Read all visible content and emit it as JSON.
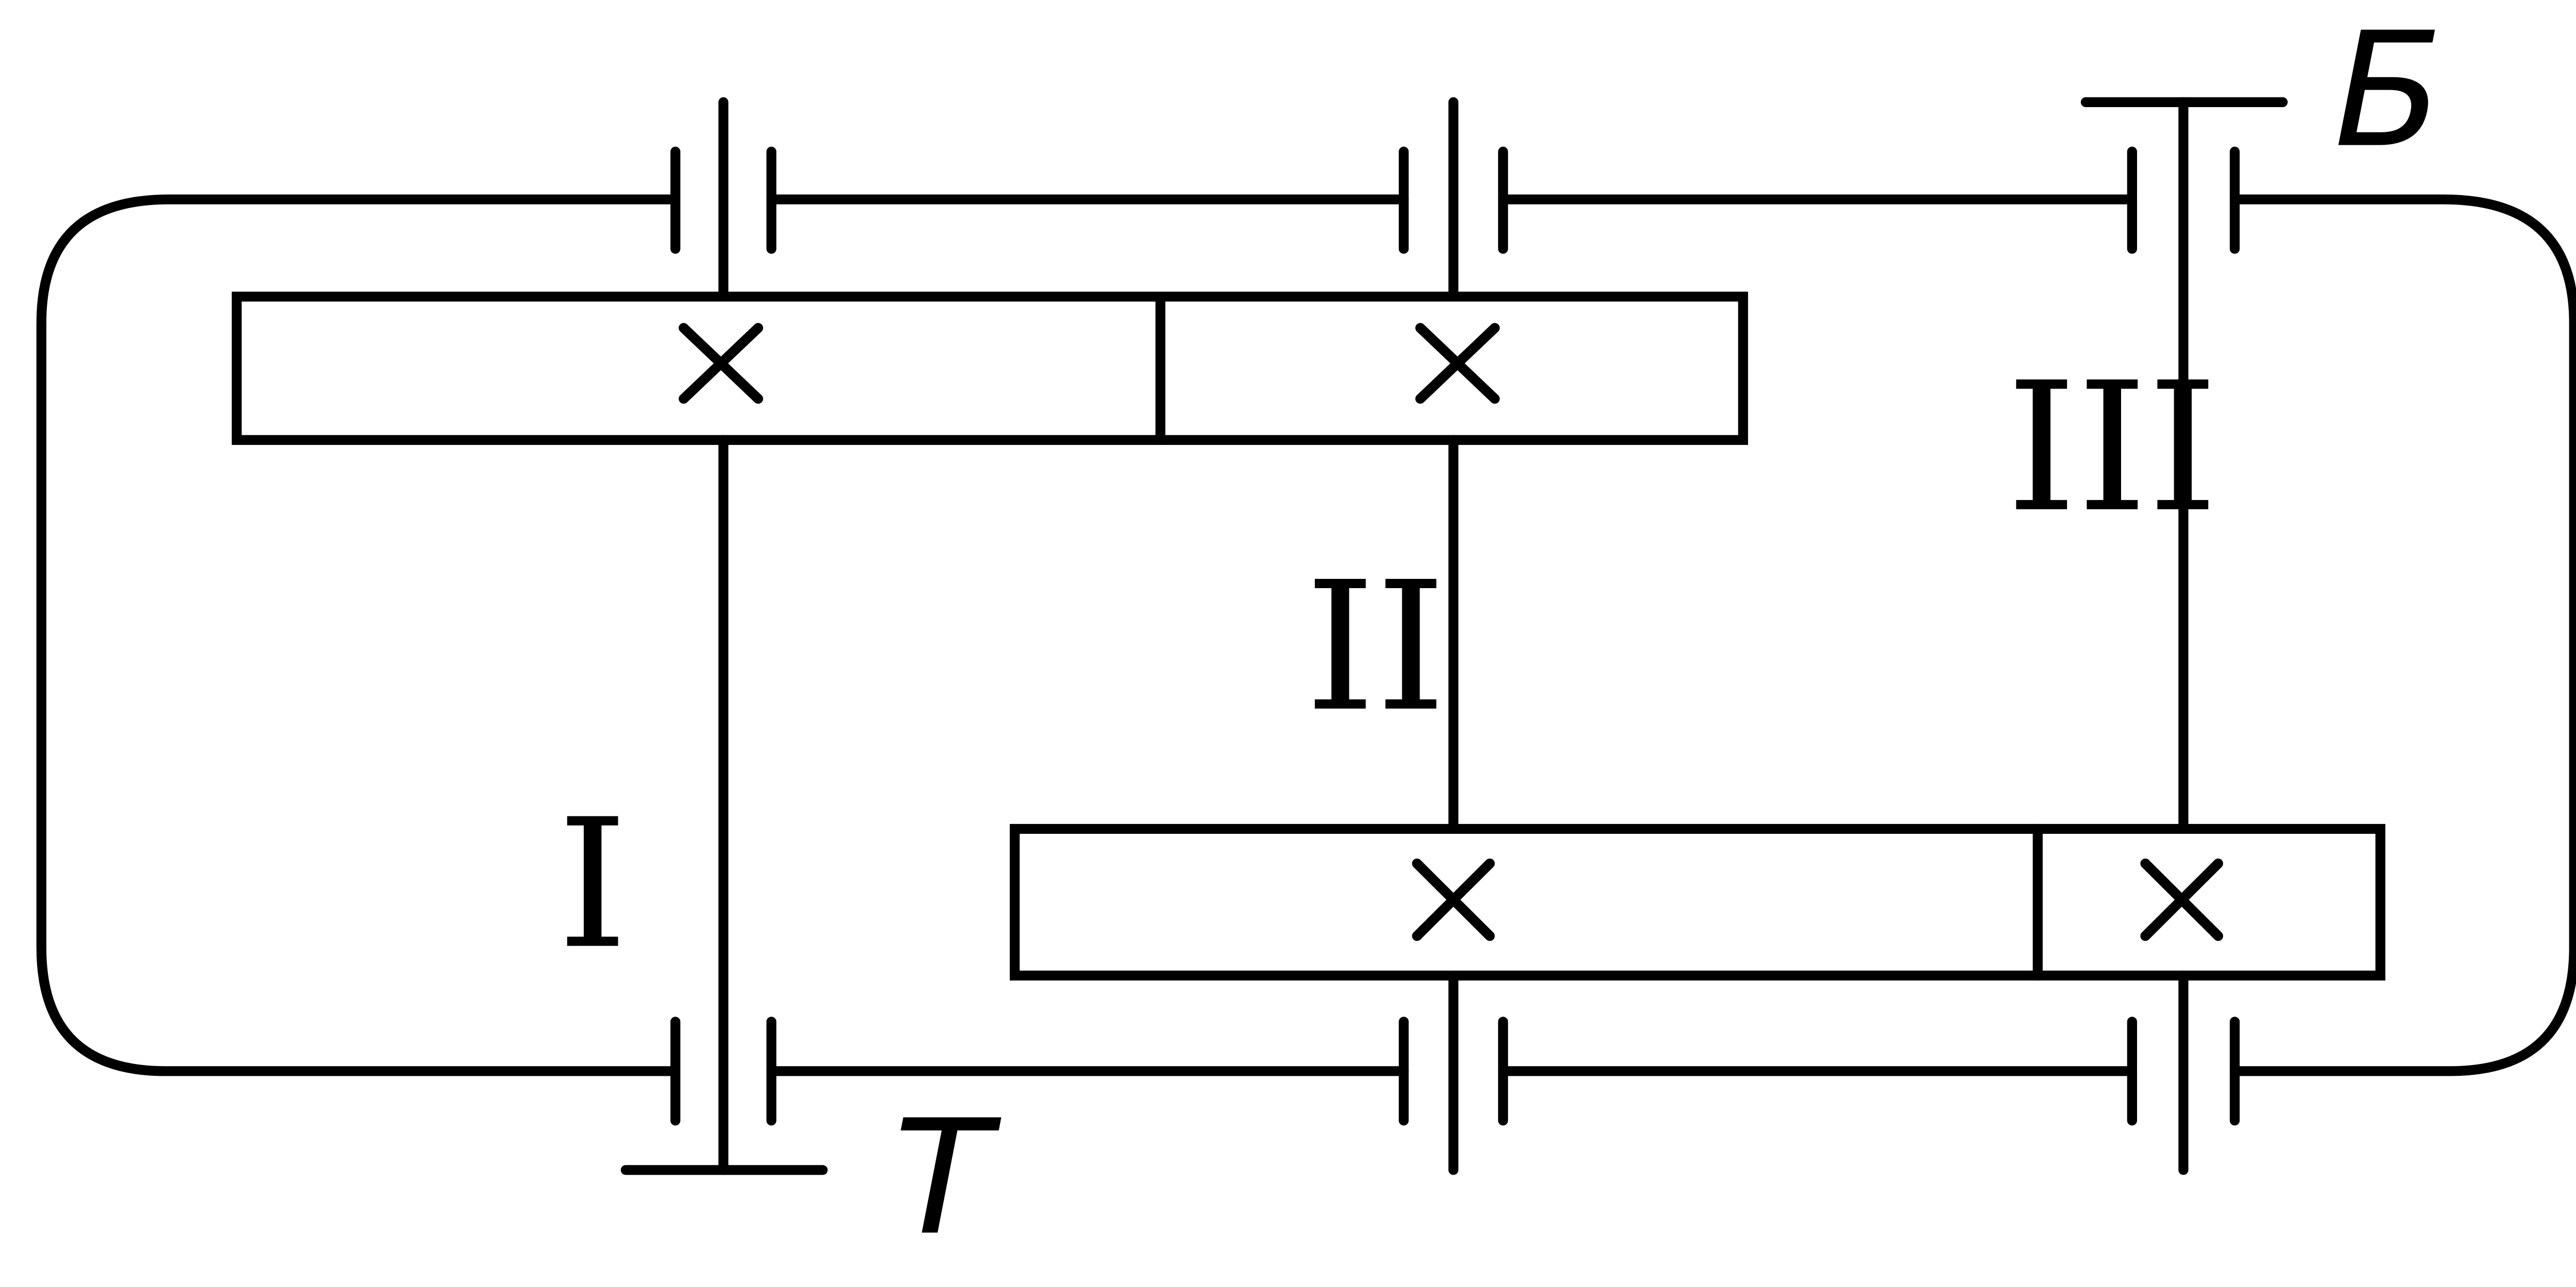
{
  "shaft_labels": {
    "input": "Б",
    "output": "Т",
    "shaft_1": "I",
    "shaft_2": "II",
    "shaft_3": "III"
  },
  "colors": {
    "line": "#000000",
    "background": "#ffffff"
  }
}
